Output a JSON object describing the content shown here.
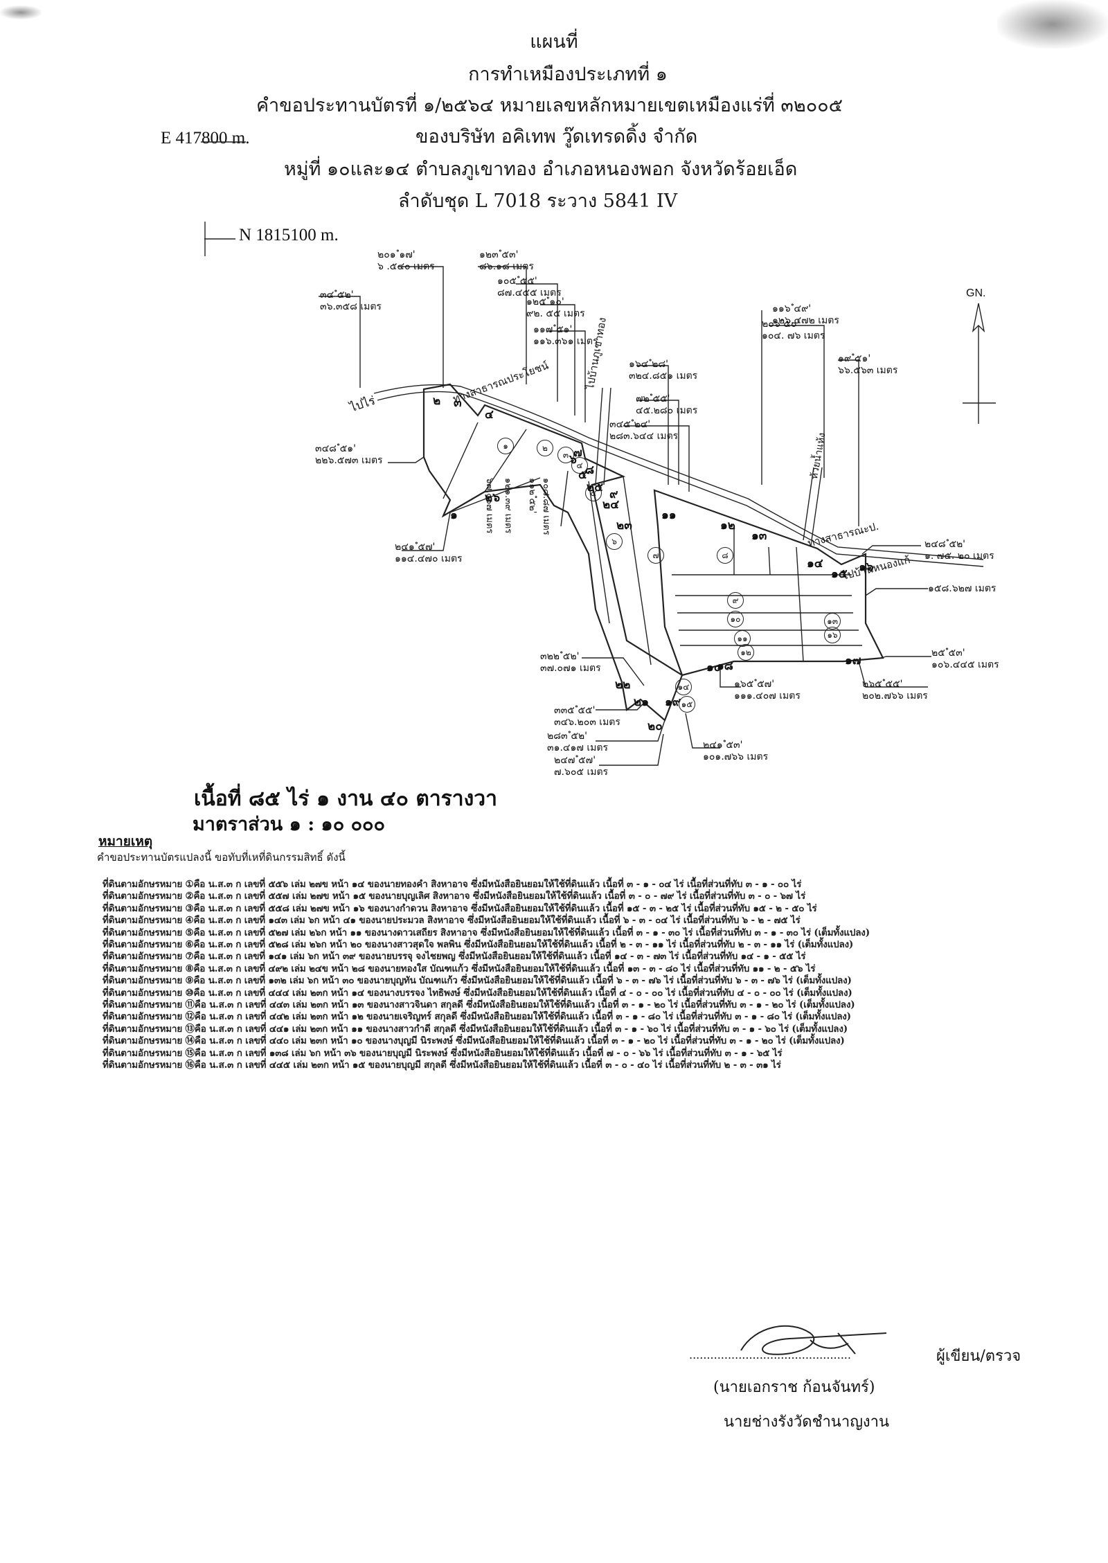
{
  "header": {
    "line1": "แผนที่",
    "line2": "การทำเหมืองประเภทที่ ๑",
    "line3": "คำขอประทานบัตรที่ ๑/๒๕๖๔ หมายเลขหลักหมายเขตเหมืองแร่ที่ ๓๒๐๐๕",
    "line4": "ของบริษัท อคิเทพ วู๊ดเทรดดิ้ง จำกัด",
    "line5": "หมู่ที่ ๑๐และ๑๔ ตำบลภูเขาทอง อำเภอหนองพอก จังหวัดร้อยเอ็ด",
    "line6": "ลำดับชุด L 7018 ระวาง 5841 IV"
  },
  "coords": {
    "easting": "E 417800 m.",
    "northing": "N 1815100 m.",
    "north_arrow": "GN."
  },
  "map": {
    "places": {
      "to_rai": "ไปไร่",
      "public_way": "ทางสาธารณประโยชน์",
      "to_village_top": "ไปบ้านภูเขาทอง",
      "ditch": "ห้วยน้ำแห้ง",
      "public_way_right": "ทางสาธารณะป.",
      "to_village_right": "ไปบ้านหนองแก้"
    },
    "bearings": [
      {
        "bearing": "๒๐๑ ํ๑๗'",
        "distance": "๖ .๕๔๐ เมตร"
      },
      {
        "bearing": "๑๒๓ ํ๕๓'",
        "distance": "๘๖.๑๘ เมตร"
      },
      {
        "bearing": "๑๐๕ ํ๕๕'",
        "distance": "๘๗.๔๕๕ เมตร"
      },
      {
        "bearing": "๑๒๕ ํ๑๐'",
        "distance": "๙๒. ๕๕ เมตร"
      },
      {
        "bearing": "๑๑๗ ํ๕๑'",
        "distance": "๑๑๖.๓๖๑ เมตร"
      },
      {
        "bearing": "๑๖๔ ํ๒๘'",
        "distance": "๓๒๔.๘๕๑ เมตร"
      },
      {
        "bearing": "๗๒ ํ๕๕'",
        "distance": "๔๕.๒๘๐ เมตร"
      },
      {
        "bearing": "๓๔๕ ํ๒๔'",
        "distance": "๒๘๓.๖๔๔ เมตร"
      },
      {
        "bearing": "๑๑๖ ํ๔๙'",
        "distance": "๑๒๖.๔๗๒ เมตร"
      },
      {
        "bearing": "๒๐๖ ํ๕๐'",
        "distance": "๑๐๔. ๗๖ เมตร"
      },
      {
        "bearing": "๑๙ ํ๕๑'",
        "distance": "๖๖.๕๖๓ เมตร"
      },
      {
        "bearing": "๓๔ ํ๕๒'",
        "distance": "๓๖.๓๕๘ เมตร"
      },
      {
        "bearing": "๓๔๘ ํ๕๑'",
        "distance": "๒๒๖.๕๗๓ เมตร"
      },
      {
        "bearing": "๒๔๑ ํ๕๗'",
        "distance": "๑๑๔.๔๗๐ เมตร"
      },
      {
        "bearing": "๒๔๘ ํ๕๒'",
        "distance": "๑. ๗๕. ๒๐ เมตร"
      },
      {
        "bearing": "",
        "distance": "๑๕๘.๖๒๗ เมตร"
      },
      {
        "bearing": "๒๕ ํ๕๓'",
        "distance": "๑๐๖.๔๔๕ เมตร"
      },
      {
        "bearing": "๒๖๕ ํ๕๕'",
        "distance": "๒๐๒.๗๖๖ เมตร"
      },
      {
        "bearing": "๑๖๕ ํ๕๗'",
        "distance": "๑๑๑.๔๐๗ เมตร"
      },
      {
        "bearing": "๓๒๒ ํ๕๒'",
        "distance": "๓๗.๐๗๑ เมตร"
      },
      {
        "bearing": "๓๓๕ ํ๕๕'",
        "distance": "๓๔๖.๒๐๓ เมตร"
      },
      {
        "bearing": "๒๘๓ ํ๕๒'",
        "distance": "๓๑.๔๑๗ เมตร"
      },
      {
        "bearing": "๒๔๗ ํ๕๗'",
        "distance": "๗.๖๐๕ เมตร"
      },
      {
        "bearing": "๒๔๑ ํ๕๓'",
        "distance": "๑๐๑.๗๖๖ เมตร"
      }
    ],
    "vertical_distances": [
      "๖๗.๐๐๗ เมตร",
      "๑๒๑.๓๙ เมตร",
      "๑๑๒ ํ๕๒'",
      "๑๐๘.๘๗ เมตร"
    ],
    "corner_numbers": [
      "๑",
      "๒",
      "๓",
      "๔",
      "๕",
      "๖",
      "๗",
      "๘",
      "๙",
      "๑๐",
      "๑๑",
      "๑๒",
      "๑๓",
      "๑๔",
      "๑๕",
      "๑๖",
      "๑๗",
      "๑๘",
      "๑๙",
      "๒๐",
      "๒๑",
      "๒๒",
      "๒๓",
      "๒๔",
      "๒๕",
      "๒๖"
    ],
    "parcel_marks": [
      "๑",
      "๒",
      "๓",
      "๔",
      "๕",
      "๖",
      "๗",
      "๘",
      "๙",
      "๑๐",
      "๑๑",
      "๑๒",
      "๑๓",
      "๑๔",
      "๑๕",
      "๑๖"
    ]
  },
  "area": {
    "text": "เนื้อที่ ๘๕ ไร่ ๑ งาน ๔๐ ตารางวา",
    "scale": "มาตราส่วน ๑ : ๑๐ ๐๐๐"
  },
  "notes": {
    "title": "หมายเหตุ",
    "subtitle": "คำขอประทานบัตรแปลงนี้ ขอทับที่เหที่ดินกรรมสิทธิ์ ดังนี้",
    "lines": [
      "ที่ดินตามอักษรหมาย ①คือ น.ส.๓ ก เลขที่ ๕๕๖ เล่ม ๒๗ข หน้า ๑๔ ของนายทองคำ สิงหาอาจ ซึ่งมีหนังสือยินยอมให้ใช้ที่ดินแล้ว เนื้อที่ ๓ - ๑ - ๐๔ ไร่ เนื้อที่ส่วนที่ทับ ๓ - ๑ - ๐๐ ไร่",
      "ที่ดินตามอักษรหมาย ②คือ น.ส.๓ ก เลขที่ ๕๕๗ เล่ม ๒๗ข หน้า ๑๕ ของนายบุญเลิศ สิงหาอาจ ซึ่งมีหนังสือยินยอมให้ใช้ที่ดินแล้ว เนื้อที่ ๓ - ๐ - ๗๙ ไร่ เนื้อที่ส่วนที่ทับ ๓ - ๐ - ๖๗ ไร่",
      "ที่ดินตามอักษรหมาย ③คือ น.ส.๓ ก เลขที่ ๕๕๘ เล่ม ๒๗ข หน้า ๑๖ ของนางกำดวน สิงหาอาจ ซึ่งมีหนังสือยินยอมให้ใช้ที่ดินแล้ว เนื้อที่ ๑๕ - ๓ - ๒๕ ไร่ เนื้อที่ส่วนที่ทับ ๑๕ - ๒ - ๕๐ ไร่",
      "ที่ดินตามอักษรหมาย ④คือ น.ส.๓ ก เลขที่ ๑๔๓ เล่ม ๖ก หน้า ๔๑ ของนายประมวล สิงหาอาจ ซึ่งมีหนังสือยินยอมให้ใช้ที่ดินแล้ว เนื้อที่ ๖ - ๓ - ๐๔ ไร่ เนื้อที่ส่วนที่ทับ ๖ - ๒ - ๗๕ ไร่",
      "ที่ดินตามอักษรหมาย ⑤คือ น.ส.๓ ก เลขที่ ๕๒๗ เล่ม ๒๖ก หน้า ๑๑ ของนางดาวเสถียร สิงหาอาจ ซึ่งมีหนังสือยินยอมให้ใช้ที่ดินแล้ว เนื้อที่ ๓ - ๑ - ๓๐ ไร่ เนื้อที่ส่วนที่ทับ ๓ - ๑ - ๓๐ ไร่ (เต็มทั้งแปลง)",
      "ที่ดินตามอักษรหมาย ⑥คือ น.ส.๓ ก เลขที่ ๕๒๘ เล่ม ๒๖ก หน้า ๒๐ ของนางสาวสุดใจ พลพิน ซึ่งมีหนังสือยินยอมให้ใช้ที่ดินแล้ว เนื้อที่ ๒ - ๓ - ๑๑ ไร่ เนื้อที่ส่วนที่ทับ ๒ - ๓ - ๑๑ ไร่ (เต็มทั้งแปลง)",
      "ที่ดินตามอักษรหมาย ⑦คือ น.ส.๓ ก เลขที่ ๑๔๑ เล่ม ๖ก หน้า ๓๙ ของนายบรรจุ จงไชยพญ ซึ่งมีหนังสือยินยอมให้ใช้ที่ดินแล้ว เนื้อที่ ๑๔ - ๓ - ๗๓ ไร่ เนื้อที่ส่วนที่ทับ ๑๔ - ๑ - ๕๕ ไร่",
      "ที่ดินตามอักษรหมาย ⑧คือ น.ส.๓ ก เลขที่ ๔๙๒ เล่ม ๒๔ข หน้า ๒๘ ของนายทองใส บัณฑแก้ว ซึ่งมีหนังสือยินยอมให้ใช้ที่ดินแล้ว เนื้อที่ ๑๓ - ๓ - ๘๐ ไร่ เนื้อที่ส่วนที่ทับ ๑๑ - ๒ - ๕๖ ไร่",
      "ที่ดินตามอักษรหมาย ⑨คือ น.ส.๓ ก เลขที่ ๑๓๒ เล่ม ๖ก หน้า ๓๐ ของนายบุญทัน บัณฑแก้ว ซึ่งมีหนังสือยินยอมให้ใช้ที่ดินแล้ว เนื้อที่ ๖ - ๓ - ๗๖ ไร่ เนื้อที่ส่วนที่ทับ ๖ - ๓ - ๗๖ ไร่ (เต็มทั้งแปลง)",
      "ที่ดินตามอักษรหมาย ⑩คือ น.ส.๓ ก เลขที่ ๔๔๔ เล่ม ๒๓ก หน้า ๑๔ ของนางบรรจง ไทธิพงษ์ ซึ่งมีหนังสือยินยอมให้ใช้ที่ดินแล้ว เนื้อที่ ๔ - ๐ - ๐๐ ไร่ เนื้อที่ส่วนที่ทับ ๔ - ๐ - ๐๐ ไร่ (เต็มทั้งแปลง)",
      "ที่ดินตามอักษรหมาย ⑪คือ น.ส.๓ ก เลขที่ ๔๔๓ เล่ม ๒๓ก หน้า ๑๓ ของนางสาวจินดา สกุลดี ซึ่งมีหนังสือยินยอมให้ใช้ที่ดินแล้ว เนื้อที่ ๓ - ๑ - ๒๐ ไร่ เนื้อที่ส่วนที่ทับ ๓ - ๑ - ๒๐ ไร่ (เต็มทั้งแปลง)",
      "ที่ดินตามอักษรหมาย ⑫คือ น.ส.๓ ก เลขที่ ๔๔๒ เล่ม ๒๓ก หน้า ๑๒ ของนายเจริญทร์ สกุลดี ซึ่งมีหนังสือยินยอมให้ใช้ที่ดินแล้ว เนื้อที่ ๓ - ๑ - ๘๐ ไร่ เนื้อที่ส่วนที่ทับ ๓ - ๑ - ๘๐ ไร่ (เต็มทั้งแปลง)",
      "ที่ดินตามอักษรหมาย ⑬คือ น.ส.๓ ก เลขที่ ๔๔๑ เล่ม ๒๓ก หน้า ๑๑ ของนางสาวกำดี สกุลดี ซึ่งมีหนังสือยินยอมให้ใช้ที่ดินแล้ว เนื้อที่ ๓ - ๑ - ๖๐ ไร่ เนื้อที่ส่วนที่ทับ ๓ - ๑ - ๖๐ ไร่ (เต็มทั้งแปลง)",
      "ที่ดินตามอักษรหมาย ⑭คือ น.ส.๓ ก เลขที่ ๔๔๐ เล่ม ๒๓ก หน้า ๑๐ ของนางบุญมี นิระพงษ์ ซึ่งมีหนังสือยินยอมให้ใช้ที่ดินแล้ว เนื้อที่ ๓ - ๑ - ๒๐ ไร่ เนื้อที่ส่วนที่ทับ ๓ - ๑ - ๒๐ ไร่ (เต็มทั้งแปลง)",
      "ที่ดินตามอักษรหมาย ⑮คือ น.ส.๓ ก เลขที่ ๑๓๘ เล่ม ๖ก หน้า ๓๖ ของนายบุญมี นิระพงษ์ ซึ่งมีหนังสือยินยอมให้ใช้ที่ดินแล้ว เนื้อที่ ๗ - ๐ - ๖๖ ไร่ เนื้อที่ส่วนที่ทับ ๓ - ๑ - ๖๕ ไร่",
      "ที่ดินตามอักษรหมาย ⑯คือ น.ส.๓ ก เลขที่ ๔๔๕ เล่ม ๒๓ก หน้า ๑๕ ของนายบุญมี สกุลดี ซึ่งมีหนังสือยินยอมให้ใช้ที่ดินแล้ว เนื้อที่ ๓ - ๐ - ๔๐ ไร่ เนื้อที่ส่วนที่ทับ ๒ - ๓ - ๓๑ ไร่"
    ]
  },
  "signature": {
    "dots": "..............................................",
    "role": "ผู้เขียน/ตรวจ",
    "name": "(นายเอกราช ก้อนจันทร์)",
    "position": "นายช่างรังวัดชำนาญงาน"
  }
}
